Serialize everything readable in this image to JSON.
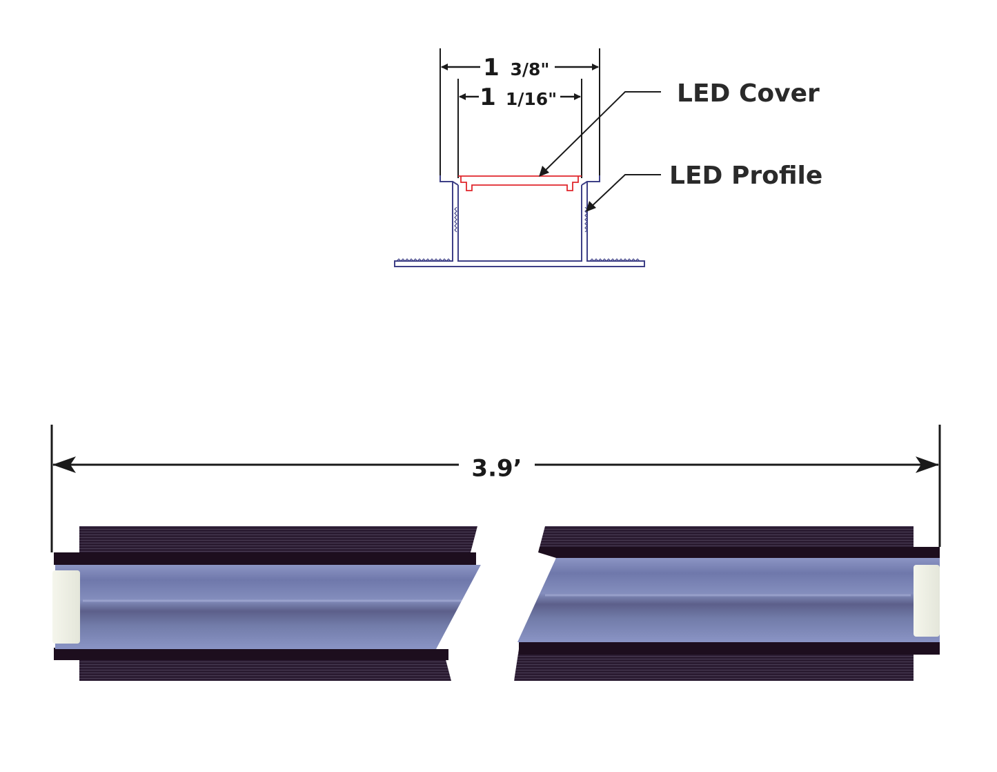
{
  "cross_section": {
    "outer_width": {
      "whole": "1",
      "fraction": "3/8\""
    },
    "inner_width": {
      "whole": "1",
      "fraction": "1/16\""
    },
    "callouts": {
      "cover": "LED Cover",
      "profile": "LED Profile"
    }
  },
  "length_view": {
    "length_label": "3.9’"
  },
  "colors": {
    "profile_outline": "#3d3f86",
    "cover_outline": "#e0262b",
    "profile_body": "#2b1a33",
    "diffuser": "#7b86b5",
    "end_cap": "#f0f1e6",
    "dimension_line": "#1a1a1a"
  }
}
